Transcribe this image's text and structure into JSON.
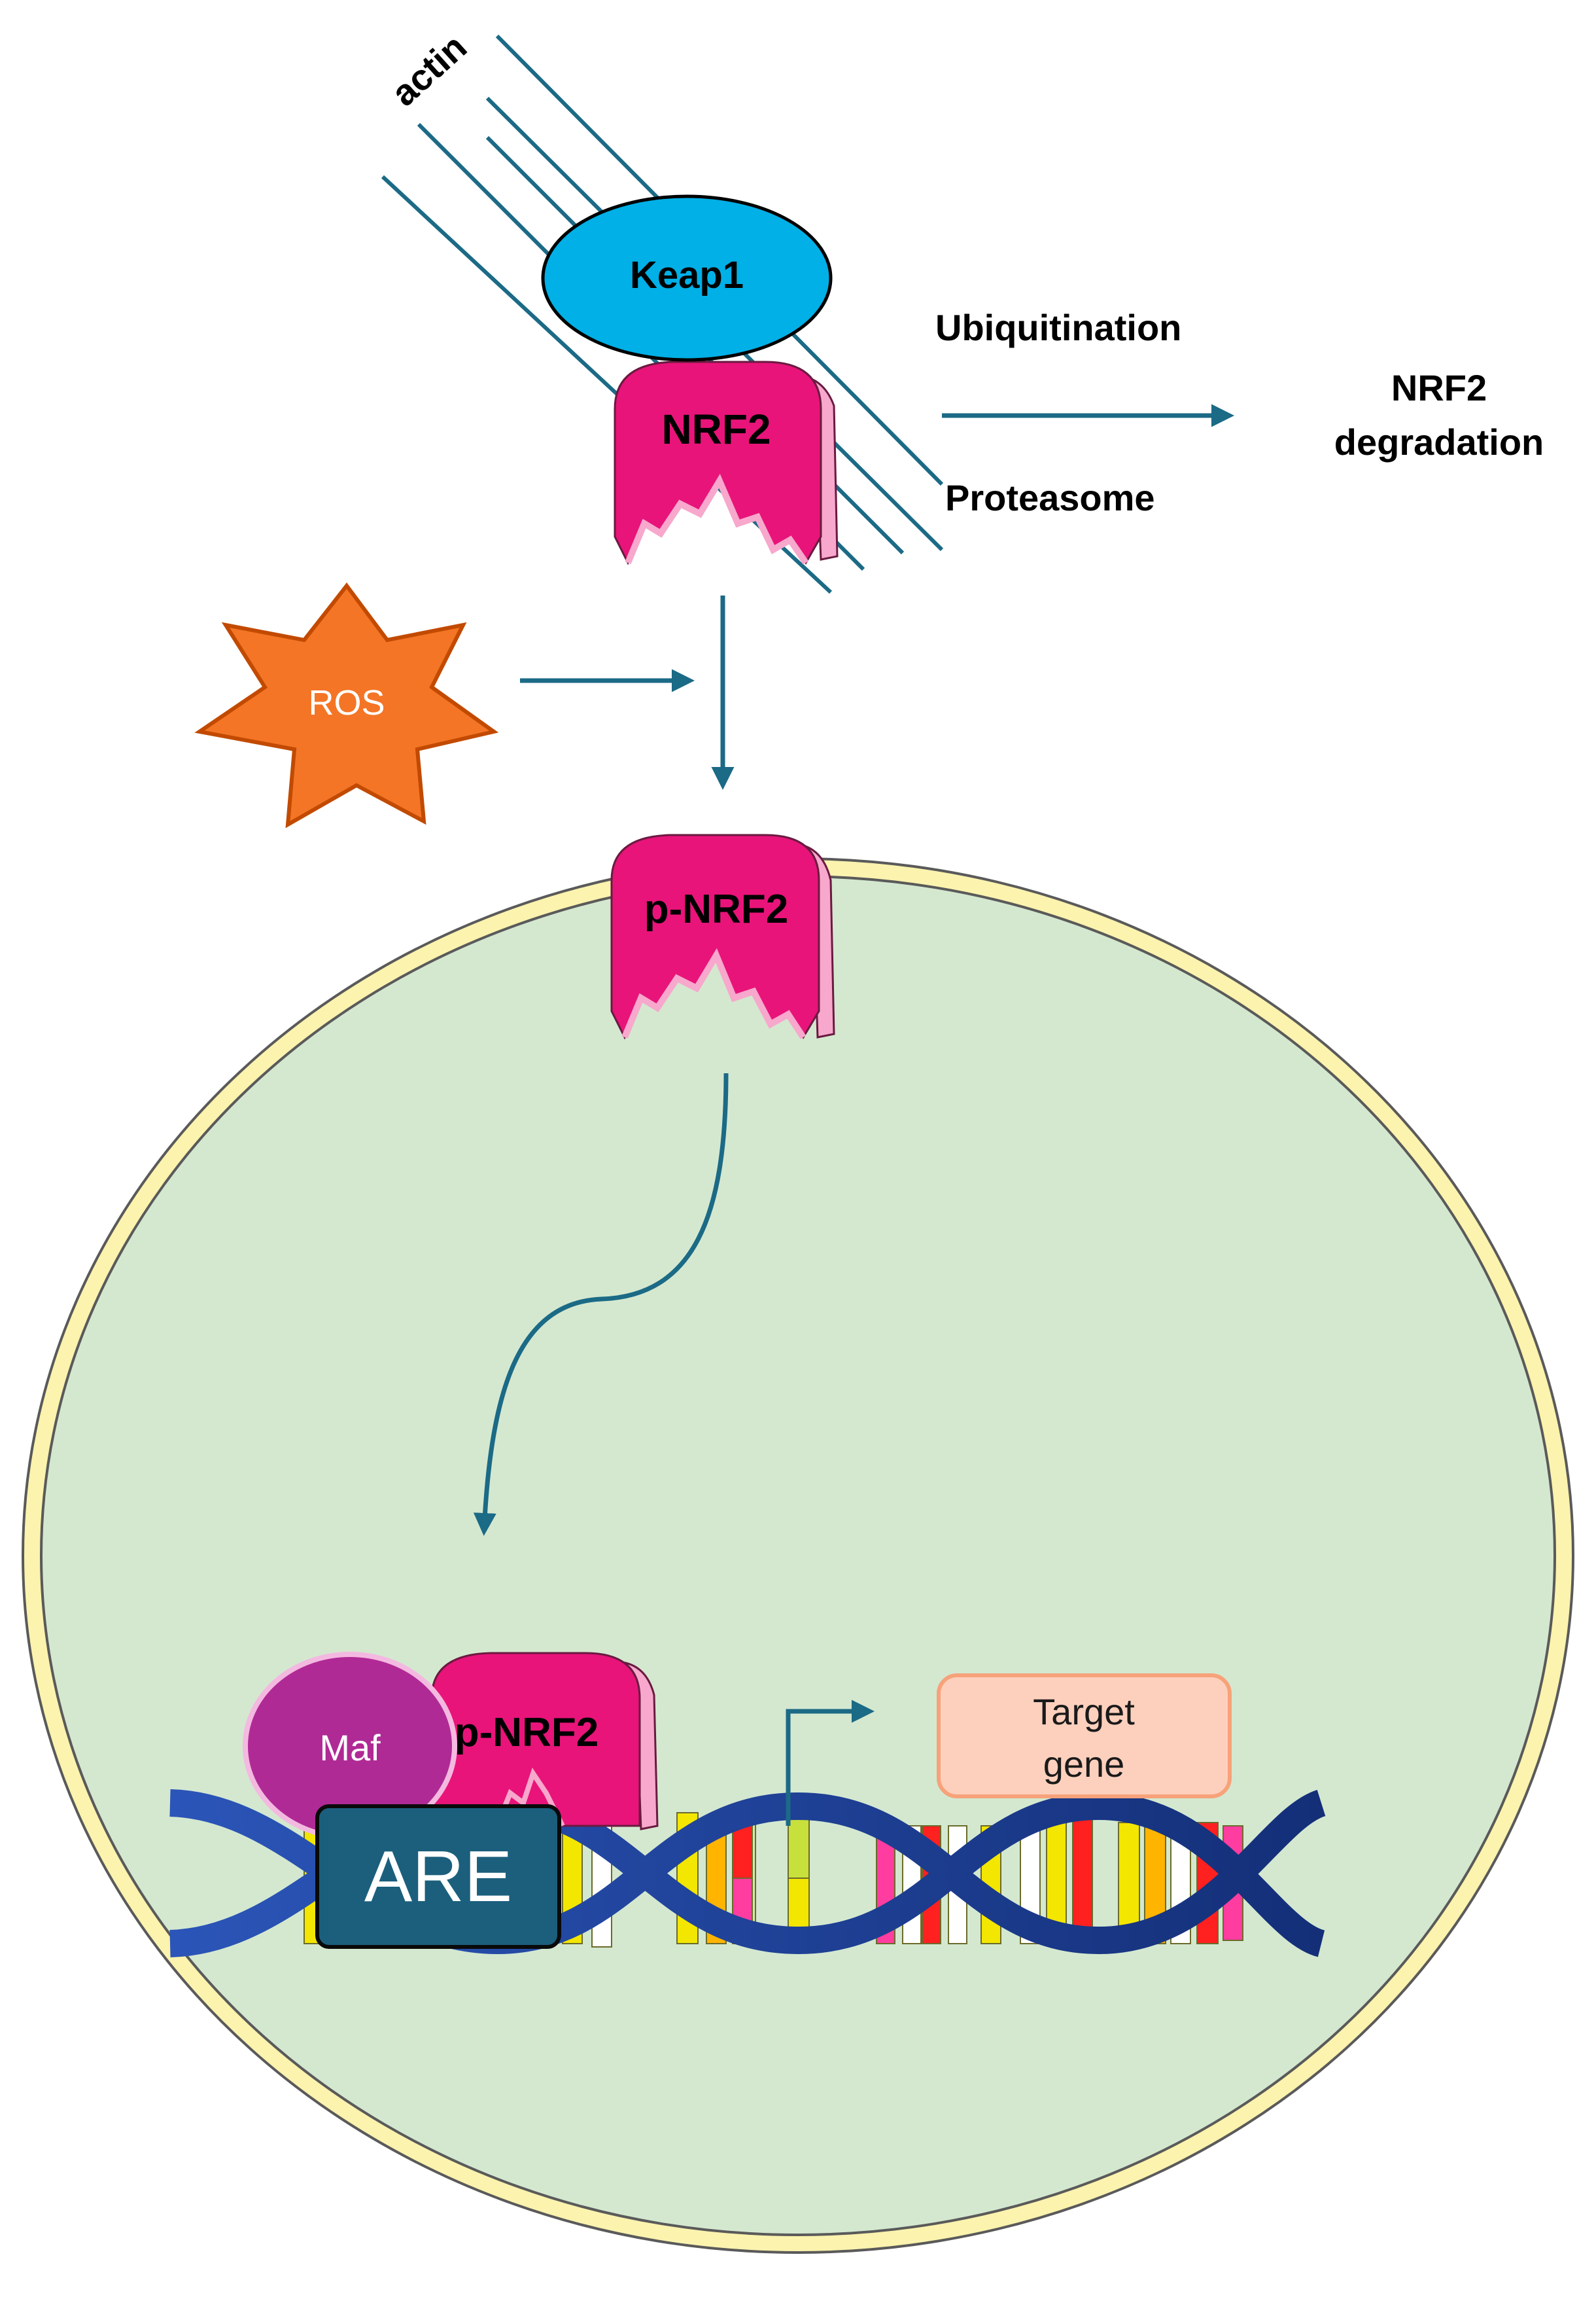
{
  "labels": {
    "actin": "actin",
    "keap1": "Keap1",
    "nrf2": "NRF2",
    "ubiquitination": "Ubiquitination",
    "proteasome": "Proteasome",
    "nrf2_degradation_line1": "NRF2",
    "nrf2_degradation_line2": "degradation",
    "ros": "ROS",
    "p_nrf2_top": "p-NRF2",
    "maf": "Maf",
    "p_nrf2_bottom": "p-NRF2",
    "are": "ARE",
    "target_gene_line1": "Target",
    "target_gene_line2": "gene"
  },
  "colors": {
    "arrow": "#1b6a86",
    "actin": "#1b6a86",
    "keap1": "#00b0e6",
    "nrf2": "#e8147a",
    "nrf2_side": "#f7a8cc",
    "ros_fill": "#f47526",
    "ros_stroke": "#c24a00",
    "nucleus_fill": "#d4e8d0",
    "nucleus_membrane": "#fbf3ae",
    "maf": "#b02a95",
    "are_fill": "#1b5f7d",
    "dna_backbone": "#1f3f9a",
    "target_gene_fill": "#fdd0bd",
    "target_gene_stroke": "#f7a27a"
  }
}
